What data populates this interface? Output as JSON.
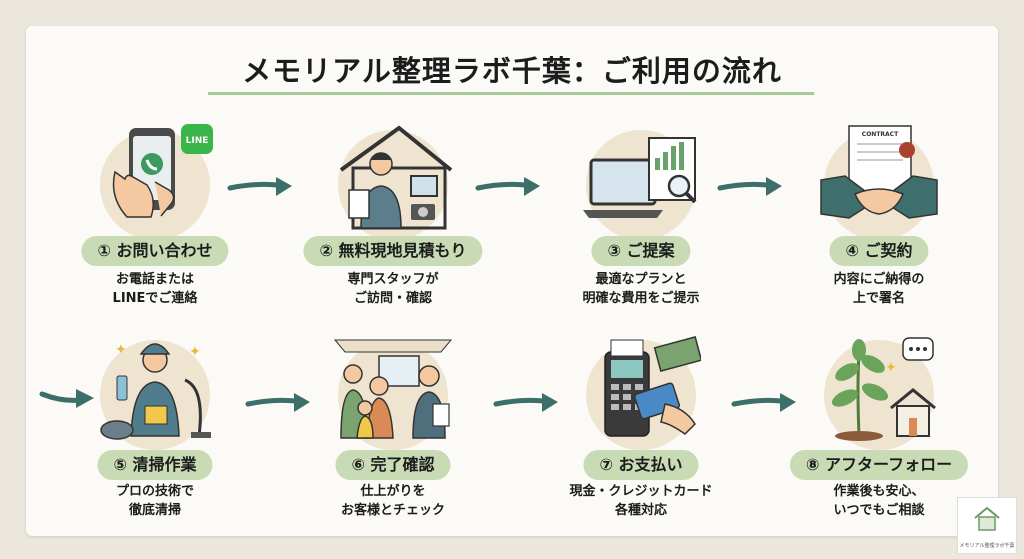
{
  "title": "メモリアル整理ラボ千葉：ご利用の流れ",
  "steps": [
    {
      "label": "① お問い合わせ",
      "desc": [
        "お電話または",
        "LINEでご連絡"
      ],
      "icon": "phone-line-icon"
    },
    {
      "label": "② 無料現地見積もり",
      "desc": [
        "専門スタッフが",
        "ご訪問・確認"
      ],
      "icon": "house-staff-icon"
    },
    {
      "label": "③ ご提案",
      "desc": [
        "最適なプランと",
        "明確な費用をご提示"
      ],
      "icon": "laptop-report-icon"
    },
    {
      "label": "④ ご契約",
      "desc": [
        "内容にご納得の",
        "上で署名"
      ],
      "icon": "contract-handshake-icon"
    },
    {
      "label": "⑤ 清掃作業",
      "desc": [
        "プロの技術で",
        "徹底清掃"
      ],
      "icon": "cleaner-icon"
    },
    {
      "label": "⑥ 完了確認",
      "desc": [
        "仕上がりを",
        "お客様とチェック"
      ],
      "icon": "family-check-icon"
    },
    {
      "label": "⑦ お支払い",
      "desc": [
        "現金・クレジットカード",
        "各種対応"
      ],
      "icon": "payment-terminal-icon"
    },
    {
      "label": "⑧ アフターフォロー",
      "desc": [
        "作業後も安心、",
        "いつでもご相談"
      ],
      "icon": "plant-house-icon"
    }
  ],
  "line_badge": "LINE",
  "contract_text": "CONTRACT",
  "logo_text": "メモリアル整理ラボ千葉",
  "colors": {
    "pill": "#c8dbb5",
    "arrow": "#3c6f6a",
    "circle": "#efe4cf",
    "title_line": "#a8c79a"
  }
}
